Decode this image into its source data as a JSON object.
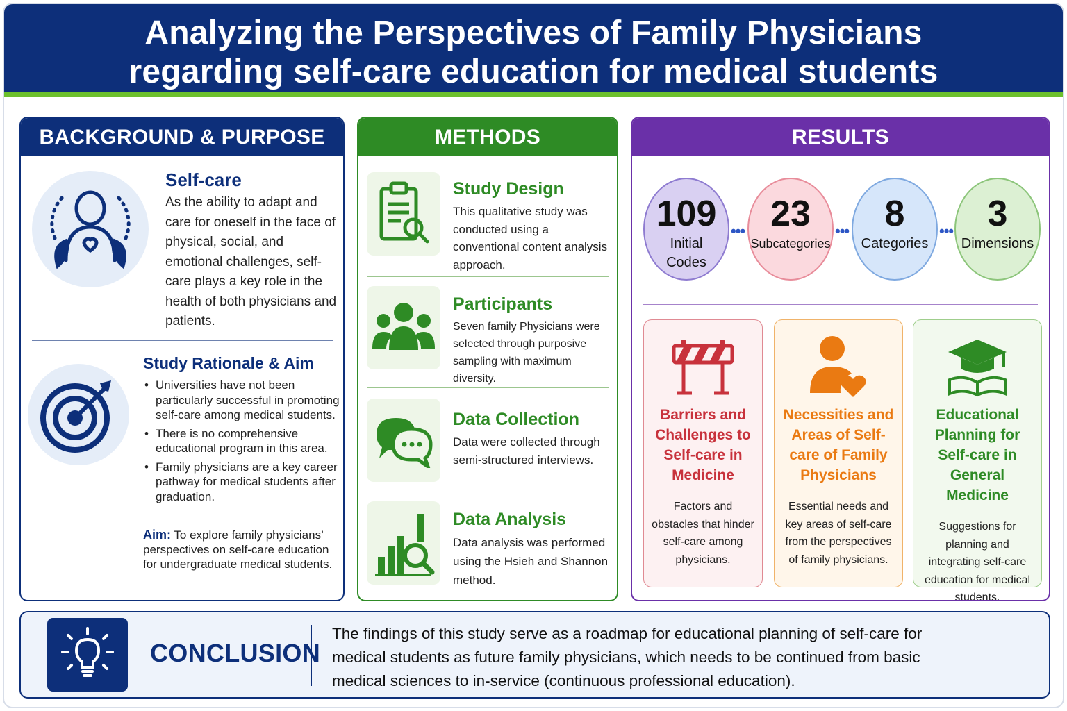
{
  "header": {
    "title_line1": "Analyzing the Perspectives of Family Physicians",
    "title_line2": "regarding self-care education for medical students"
  },
  "background": {
    "heading": "BACKGROUND & PURPOSE",
    "selfcare_title": "Self-care",
    "selfcare_text": "As the ability to adapt and care for oneself in the face of physical, social, and emotional challenges, self-care plays a key role in the health of both physicians and patients.",
    "rationale_title": "Study Rationale & Aim",
    "rationale_items": [
      "Universities have not been particularly successful in promoting self-care among medical students.",
      "There is no comprehensive educational program in this area.",
      "Family physicians are a key career pathway for medical students after graduation."
    ],
    "aim_label": "Aim:",
    "aim_text": "To explore family physicians’ perspectives on self-care education for undergraduate medical students."
  },
  "methods": {
    "heading": "METHODS",
    "items": [
      {
        "title": "Study Design",
        "text": "This qualitative study was conducted using a conventional content analysis approach.",
        "icon": "clipboard-search-icon"
      },
      {
        "title": "Participants",
        "text": "Seven family Physicians were selected through purposive sampling with maximum diversity.",
        "icon": "group-icon"
      },
      {
        "title": "Data Collection",
        "text": "Data were collected through semi-structured interviews.",
        "icon": "chat-bubbles-icon"
      },
      {
        "title": "Data Analysis",
        "text": "Data analysis was performed using the Hsieh and Shannon method.",
        "icon": "bar-chart-search-icon"
      }
    ]
  },
  "results": {
    "heading": "RESULTS",
    "stats": [
      {
        "value": "109",
        "label_line1": "Initial",
        "label_line2": "Codes",
        "color": "#d9d0f2"
      },
      {
        "value": "23",
        "label_line1": "Subcategories",
        "label_line2": "",
        "color": "#fbd9de"
      },
      {
        "value": "8",
        "label_line1": "Categories",
        "label_line2": "",
        "color": "#d6e6fa"
      },
      {
        "value": "3",
        "label_line1": "Dimensions",
        "label_line2": "",
        "color": "#dcf0d3"
      }
    ],
    "dimensions": [
      {
        "title": "Barriers and Challenges to Self-care in Medicine",
        "text": "Factors and obstacles that hinder self-care among physicians.",
        "color": "#c8323c",
        "icon": "barrier-icon"
      },
      {
        "title": "Necessities and Areas of Self-care of Family Physicians",
        "text": "Essential needs and key areas of self-care from the perspectives of family physicians.",
        "color": "#ea7a12",
        "icon": "person-heart-icon"
      },
      {
        "title": "Educational Planning for Self-care in General Medicine",
        "text": "Suggestions for planning and integrating self-care education for medical students.",
        "color": "#2e8b25",
        "icon": "graduation-book-icon"
      }
    ]
  },
  "conclusion": {
    "heading": "CONCLUSION",
    "text": "The findings of this study serve as a roadmap for educational planning of self-care for medical students as future family physicians, which needs to be continued from basic medical sciences to in-service (continuous professional education)."
  }
}
